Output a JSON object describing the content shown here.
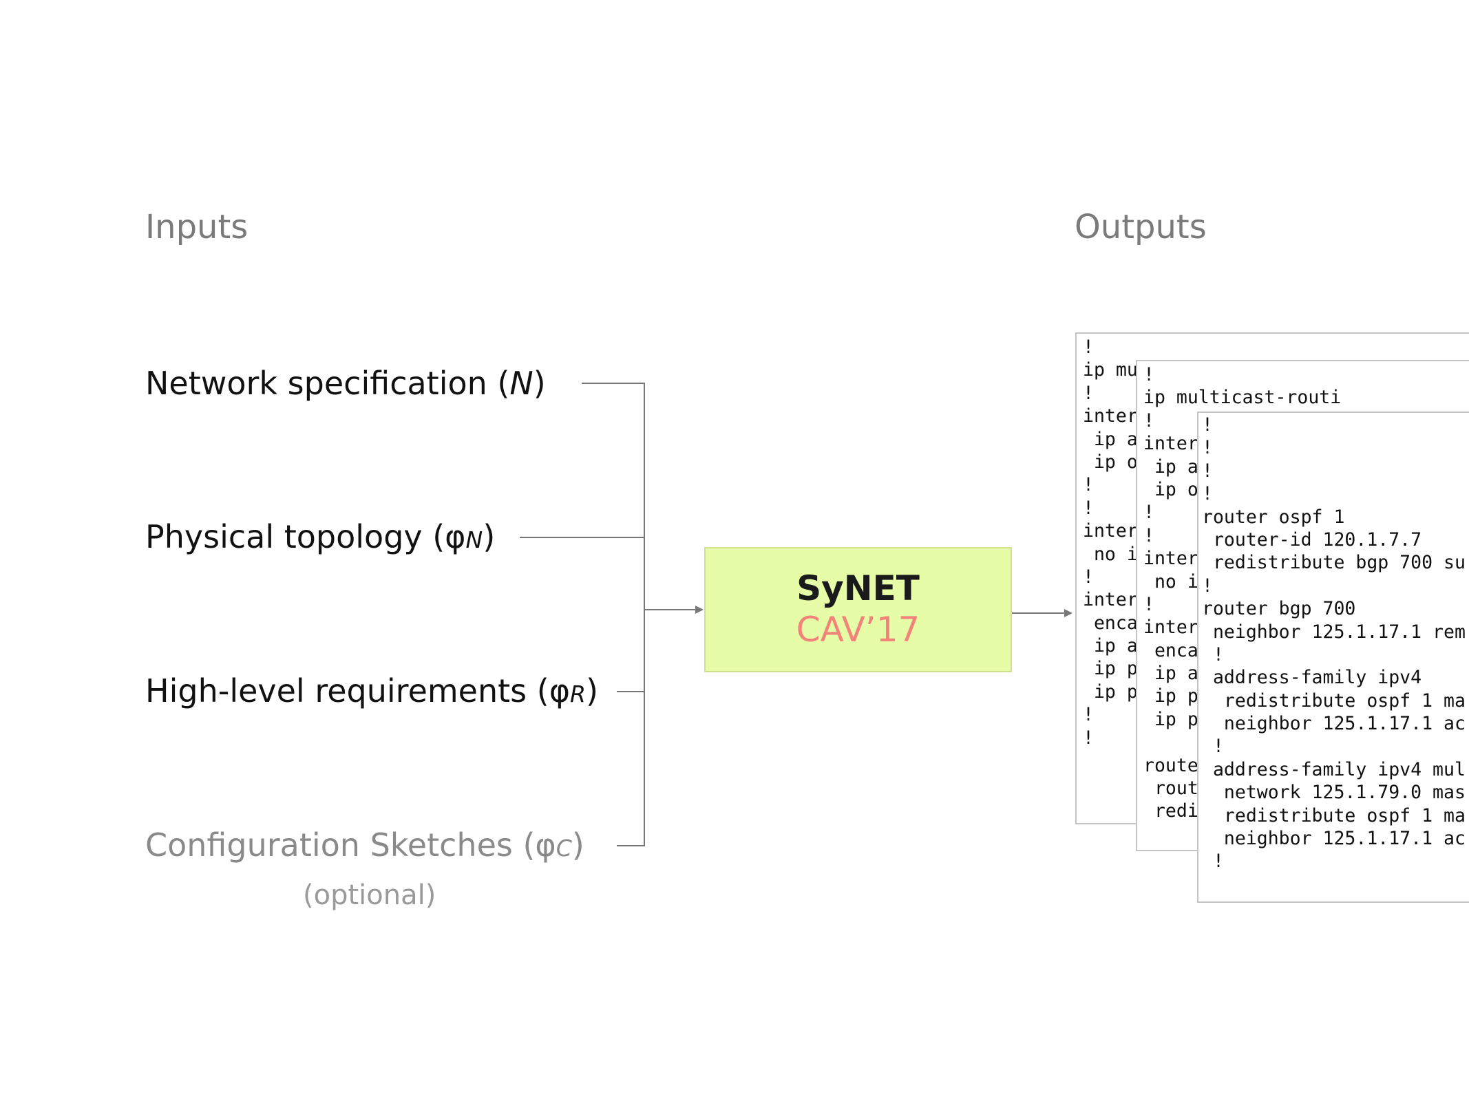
{
  "headings": {
    "inputs": "Inputs",
    "outputs": "Outputs"
  },
  "inputs": [
    {
      "label": "Network specification (",
      "symbol": "N",
      "sub": "",
      "close": ")"
    },
    {
      "label": "Physical topology (φ",
      "symbol": "",
      "sub": "N",
      "close": ")"
    },
    {
      "label": "High-level requirements (φ",
      "symbol": "",
      "sub": "R",
      "close": ")"
    },
    {
      "label": "Configuration Sketches (φ",
      "symbol": "",
      "sub": "C",
      "close": ")",
      "note": "(optional)"
    }
  ],
  "synthesizer": {
    "name": "SyNET",
    "venue": "CAV’17"
  },
  "colors": {
    "box_fill": "#e6fca6",
    "venue": "#f2837a",
    "heading": "#7a7a7a",
    "muted": "#8a8a8a"
  },
  "outputs": {
    "panel1": "!\nip mu\n!\ninter\n ip a\n ip o\n!\n!\ninter\n no i\n!\ninter\n enca\n ip a\n ip p\n ip p\n!\n!",
    "panel2": "!\nip multicast-routi\n!\ninter\n ip a\n ip o\n!\n!\ninter\n no i\n!\ninter\n enca\n ip a\n ip p\n ip p\n\nroute\n rout\n redi",
    "panel3": "!\n!\n!\n!\nrouter ospf 1\n router-id 120.1.7.7\n redistribute bgp 700 su\n!\nrouter bgp 700\n neighbor 125.1.17.1 rem\n !\n address-family ipv4\n  redistribute ospf 1 ma\n  neighbor 125.1.17.1 ac\n !\n address-family ipv4 mul\n  network 125.1.79.0 mas\n  redistribute ospf 1 ma\n  neighbor 125.1.17.1 ac\n !"
  }
}
